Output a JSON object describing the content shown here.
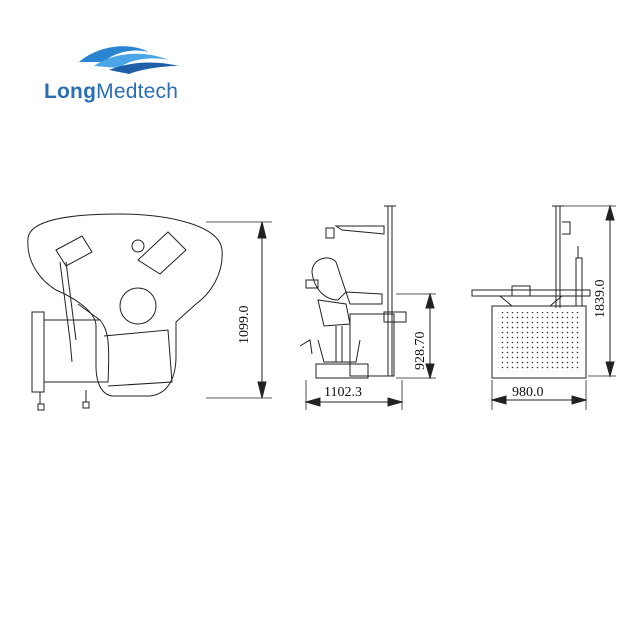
{
  "brand": {
    "name_bold": "Long",
    "name_regular": "Medtech",
    "color": "#2a6fb5"
  },
  "dimensions": {
    "top_view_height": "1099.0",
    "side_view_width": "1102.3",
    "side_view_height": "928.70",
    "front_view_width": "980.0",
    "front_view_height": "1839.0"
  }
}
